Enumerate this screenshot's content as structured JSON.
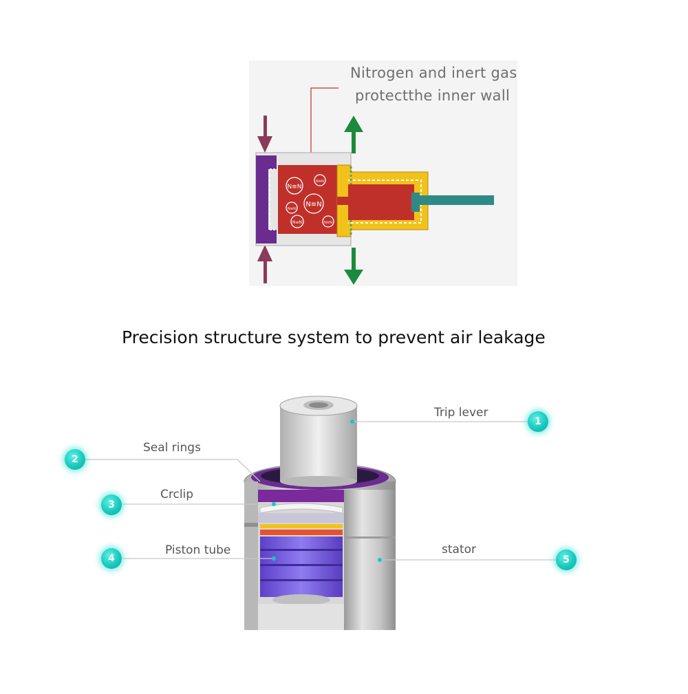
{
  "top_diagram": {
    "caption_line1": "Nitrogen and inert gas",
    "caption_line2": "protectthe inner wall",
    "molecule_label": "N≡N"
  },
  "heading": "Precision structure system to prevent air leakage",
  "cutaway_diagram": {
    "callouts": [
      {
        "number": "1",
        "label": "Trip lever"
      },
      {
        "number": "2",
        "label": "Seal rings"
      },
      {
        "number": "3",
        "label": "Crclip"
      },
      {
        "number": "4",
        "label": "Piston tube"
      },
      {
        "number": "5",
        "label": "stator"
      }
    ]
  },
  "colors": {
    "purple": "#6a2c8f",
    "red": "#c0302a",
    "yellow": "#f2c21b",
    "teal": "#2e8a86",
    "arrow_maroon": "#8b3a5a",
    "arrow_green": "#1c8a3c",
    "badge_teal": "#18c9bd"
  }
}
